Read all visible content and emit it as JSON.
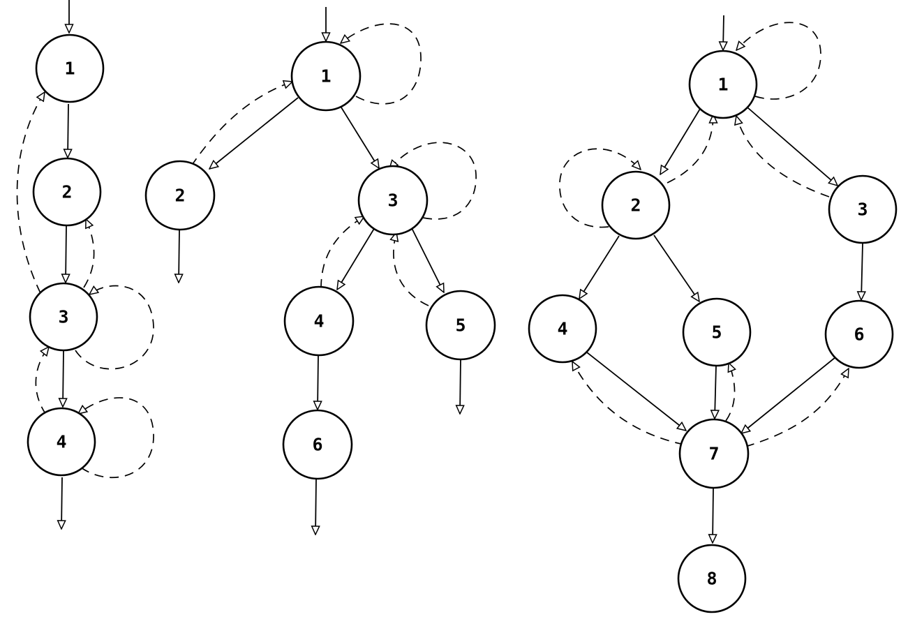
{
  "colors": {
    "background": "#ffffff",
    "ink": "#000000"
  },
  "graphs": [
    {
      "id": "left",
      "nodes": [
        {
          "id": "1",
          "label": "1"
        },
        {
          "id": "2",
          "label": "2"
        },
        {
          "id": "3",
          "label": "3"
        },
        {
          "id": "4",
          "label": "4"
        }
      ],
      "solid_edges": [
        [
          "entry",
          "1"
        ],
        [
          "1",
          "2"
        ],
        [
          "2",
          "3"
        ],
        [
          "3",
          "4"
        ],
        [
          "4",
          "exit"
        ]
      ],
      "dashed_edges": [
        [
          "3",
          "1"
        ],
        [
          "3",
          "2"
        ],
        [
          "3",
          "3"
        ],
        [
          "4",
          "3"
        ],
        [
          "4",
          "4"
        ]
      ]
    },
    {
      "id": "middle",
      "nodes": [
        {
          "id": "1",
          "label": "1"
        },
        {
          "id": "2",
          "label": "2"
        },
        {
          "id": "3",
          "label": "3"
        },
        {
          "id": "4",
          "label": "4"
        },
        {
          "id": "5",
          "label": "5"
        },
        {
          "id": "6",
          "label": "6"
        }
      ],
      "solid_edges": [
        [
          "entry",
          "1"
        ],
        [
          "1",
          "2"
        ],
        [
          "1",
          "3"
        ],
        [
          "3",
          "4"
        ],
        [
          "3",
          "5"
        ],
        [
          "4",
          "6"
        ],
        [
          "2",
          "exit"
        ],
        [
          "5",
          "exit"
        ],
        [
          "6",
          "exit"
        ]
      ],
      "dashed_edges": [
        [
          "1",
          "1"
        ],
        [
          "2",
          "1"
        ],
        [
          "3",
          "3"
        ],
        [
          "4",
          "3"
        ],
        [
          "5",
          "3"
        ]
      ]
    },
    {
      "id": "right",
      "nodes": [
        {
          "id": "1",
          "label": "1"
        },
        {
          "id": "2",
          "label": "2"
        },
        {
          "id": "3",
          "label": "3"
        },
        {
          "id": "4",
          "label": "4"
        },
        {
          "id": "5",
          "label": "5"
        },
        {
          "id": "6",
          "label": "6"
        },
        {
          "id": "7",
          "label": "7"
        },
        {
          "id": "8",
          "label": "8"
        }
      ],
      "solid_edges": [
        [
          "entry",
          "1"
        ],
        [
          "1",
          "2"
        ],
        [
          "1",
          "3"
        ],
        [
          "2",
          "4"
        ],
        [
          "2",
          "5"
        ],
        [
          "3",
          "6"
        ],
        [
          "4",
          "7"
        ],
        [
          "5",
          "7"
        ],
        [
          "6",
          "7"
        ],
        [
          "7",
          "8"
        ]
      ],
      "dashed_edges": [
        [
          "1",
          "1"
        ],
        [
          "2",
          "2"
        ],
        [
          "2",
          "1"
        ],
        [
          "3",
          "1"
        ],
        [
          "7",
          "4"
        ],
        [
          "7",
          "5"
        ],
        [
          "7",
          "6"
        ]
      ]
    }
  ]
}
